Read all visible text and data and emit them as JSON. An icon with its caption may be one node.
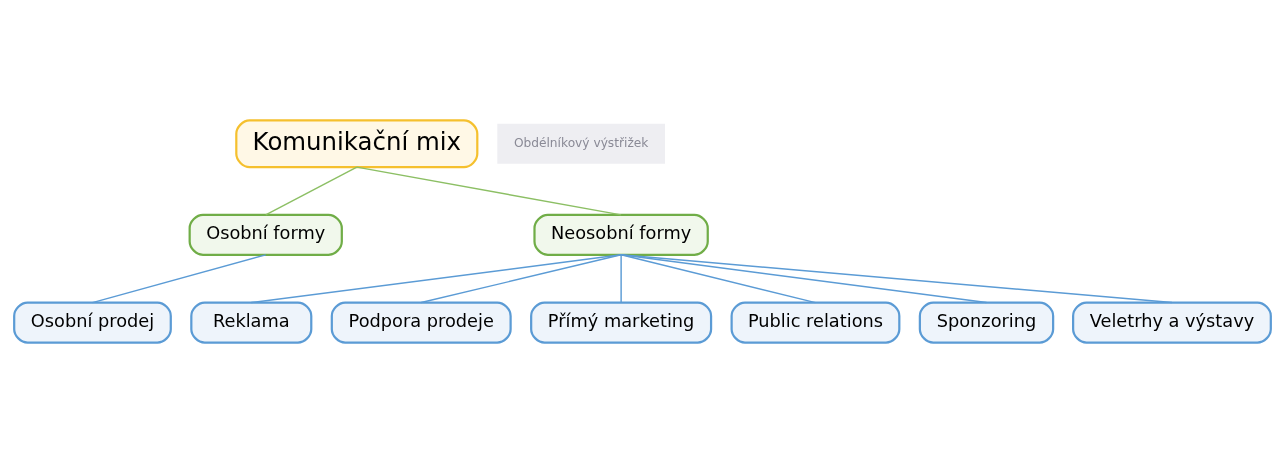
{
  "diagram": {
    "nodes": [
      {
        "text": [
          "Komunikační mix"
        ]
      },
      {
        "text": [
          "Osobní formy"
        ]
      },
      {
        "text": [
          "Neosobní formy"
        ]
      },
      {
        "text": [
          "Osobní prodej"
        ]
      },
      {
        "text": [
          "Reklama"
        ]
      },
      {
        "text": [
          "Podpora prodeje"
        ]
      },
      {
        "text": [
          "Přímý marketing"
        ]
      },
      {
        "text": [
          "Public relations"
        ]
      },
      {
        "text": [
          "Sponzoring"
        ]
      },
      {
        "text": [
          "Veletrhy a výstavy"
        ]
      }
    ],
    "edges": [
      {
        "from": 0,
        "to": 1,
        "arrow": "none",
        "color": "#8cbf64"
      },
      {
        "from": 0,
        "to": 2,
        "arrow": "none",
        "color": "#8cbf64"
      },
      {
        "from": 1,
        "to": 3,
        "arrow": "none"
      },
      {
        "from": 2,
        "to": 4,
        "arrow": "none"
      },
      {
        "from": 2,
        "to": 5,
        "arrow": "none"
      },
      {
        "from": 2,
        "to": 6,
        "arrow": "none"
      },
      {
        "from": 2,
        "to": 7,
        "arrow": "none"
      },
      {
        "from": 2,
        "to": 8,
        "arrow": "none"
      },
      {
        "from": 2,
        "to": 9,
        "arrow": "none"
      }
    ],
    "labels": [
      "Obdélníkový výstřižek"
    ]
  }
}
